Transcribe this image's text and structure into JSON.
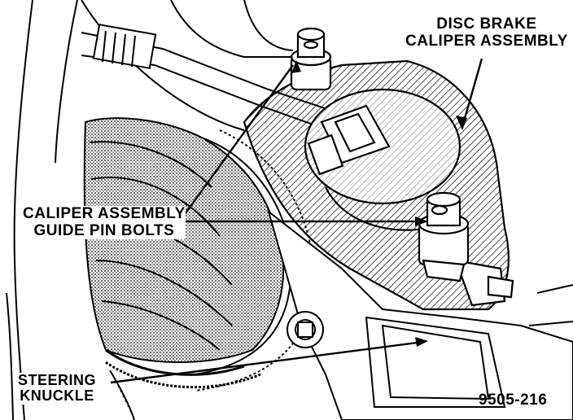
{
  "callouts": {
    "disc_brake_caliper": {
      "line1": "DISC BRAKE",
      "line2": "CALIPER ASSEMBLY"
    },
    "guide_pin_bolts": {
      "line1": "CALIPER ASSEMBLY",
      "line2": "GUIDE PIN BOLTS"
    },
    "steering_knuckle": {
      "line1": "STEERING",
      "line2": "KNUCKLE"
    }
  },
  "figure_id": "9505-216",
  "colors": {
    "ink": "#000000",
    "paper": "#ffffff",
    "shade": "#7a7a7a"
  }
}
